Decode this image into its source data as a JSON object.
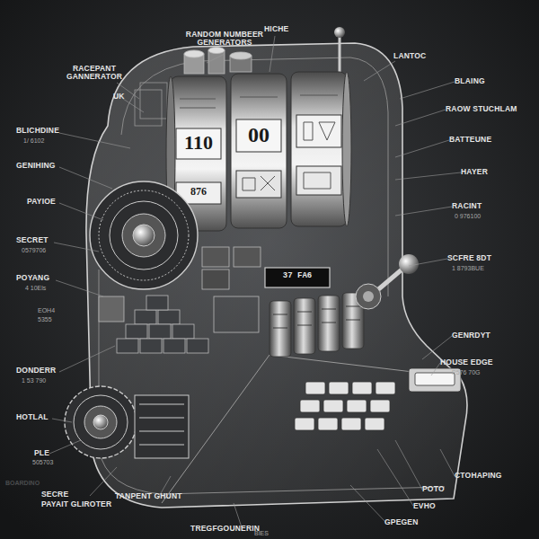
{
  "diagram": {
    "labels": [
      "RANDOM NUMBEER GENERATORS",
      "HICHE",
      "LANTOC",
      "RACEPANT GANNERATOR",
      "UK",
      "BLICHDINE",
      "1/ 6102",
      "GENIHING",
      "PAYIOE",
      "SECRET",
      "0579706",
      "POYANG",
      "4 10Els",
      "EOH4",
      "5355",
      "DONDERR",
      "1 53 790",
      "HOTLAL",
      "PLE",
      "505703",
      "BOARDINO",
      "SECRE",
      "PAYAIT GLIROTER",
      "TANPENT GHUNT",
      "TREGFGOUNERIN",
      "BIES",
      "BLAING",
      "RAOW STUCHLAM",
      "BATTEUNE",
      "HAYER",
      "RACINT",
      "0 976100",
      "SCFRE 8DT",
      "1 8793BUE",
      "GENRDYT",
      "HOUSE EDGE",
      "P576 70G",
      "CTOHAPING",
      "POTO",
      "EVHO",
      "GPEGEN",
      "110",
      "00",
      "876",
      "37 FA6"
    ]
  }
}
